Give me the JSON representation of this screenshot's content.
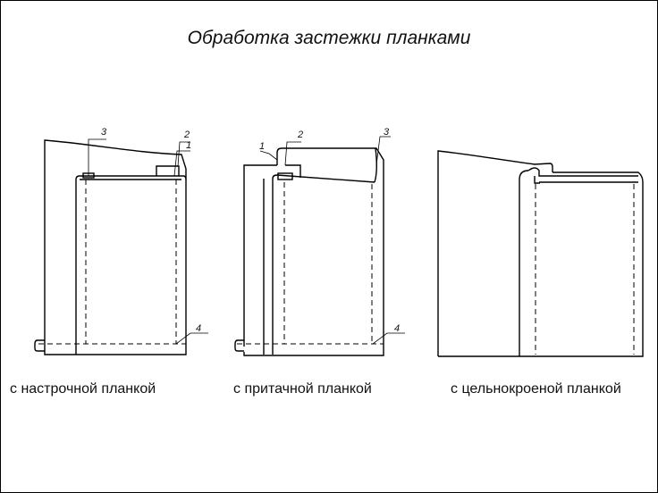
{
  "title": "Обработка застежки планками",
  "captions": {
    "overlay": "с настрочной планкой",
    "sewn_on": "с притачной планкой",
    "cut_in_one": "с цельнокроеной планкой"
  },
  "labels": {
    "d1": {
      "l1": "1",
      "l2": "2",
      "l3": "3",
      "l4": "4"
    },
    "d2": {
      "l1": "1",
      "l2": "2",
      "l3": "3",
      "l4": "4"
    }
  }
}
